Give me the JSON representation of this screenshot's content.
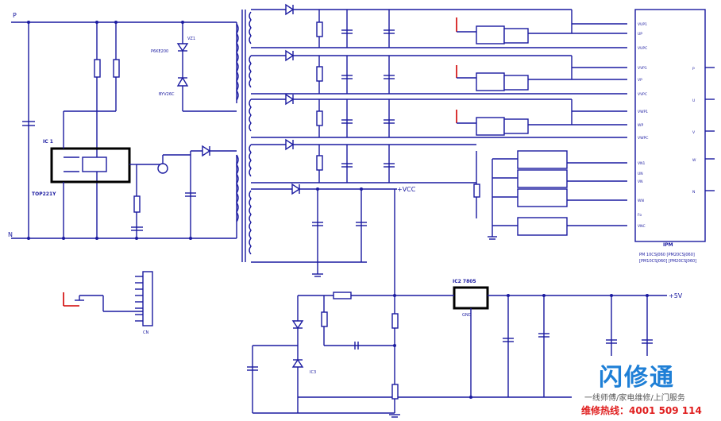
{
  "labels": {
    "p_node": "P",
    "n_node": "N",
    "vcc_net": "+VCC",
    "ic1_label": "IC 1",
    "ic1_part": "TOP221Y",
    "ic2_label": "IC2 7805",
    "ic2_pin": "GND",
    "ipm_label": "IPM",
    "ipm_part": "PM 10CSJ060 [PM20CSJ060]",
    "ipm_part2": "[PM10CSJ060] [PM20CSJ060]",
    "cn_label": "CN",
    "vz_label": "VZ1",
    "vz_part": "P6KE200",
    "d_part": "BYV26C",
    "rec_label": "IC3",
    "out_label": "+5V",
    "ipm_pins_right": [
      "P",
      "U",
      "V",
      "W",
      "N"
    ],
    "ipm_pins_left": [
      "VUP1",
      "UP",
      "VUPC",
      "VVP1",
      "VP",
      "VVPC",
      "VWP1",
      "WP",
      "VWPC",
      "VN1",
      "UN",
      "VN",
      "WN",
      "Fo",
      "VNC"
    ]
  },
  "logo": {
    "brand": "闪修通",
    "slogan": "一线师傅/家电维修/上门服务",
    "hotline": "维修热线：4001 509 114"
  }
}
